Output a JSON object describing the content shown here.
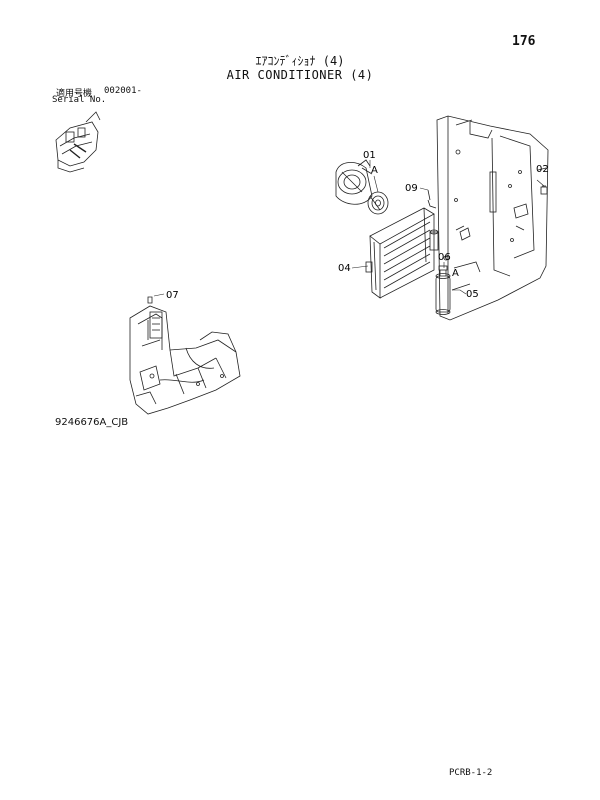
{
  "page_number": "176",
  "title_jp": "ｴｱｺﾝﾃﾞｨｼｮﾅ (4)",
  "title_en": "AIR CONDITIONER (4)",
  "serial": {
    "label_jp": "適用号機",
    "value": "002001-",
    "label_en": "Serial No."
  },
  "callouts": {
    "c01": "01",
    "cA1": "A",
    "c02": "02",
    "c09": "09",
    "c04": "04",
    "c06": "06",
    "cA2": "A",
    "c05": "05",
    "c07": "07"
  },
  "drawing_ref": "9246676A_CJB",
  "footer_code": "PCRB-1-2"
}
